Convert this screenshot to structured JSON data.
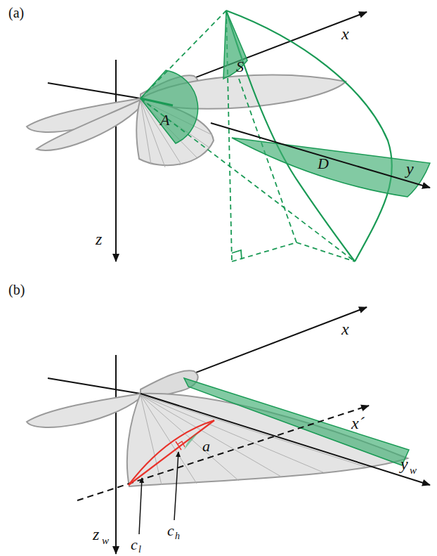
{
  "diagram": {
    "labels": [
      "(a)",
      "x",
      "y",
      "z",
      "A",
      "S",
      "D",
      "(b)",
      "x",
      "x´",
      "y",
      "w",
      "z",
      "w",
      "a",
      "c",
      "l",
      "c",
      "h"
    ]
  }
}
